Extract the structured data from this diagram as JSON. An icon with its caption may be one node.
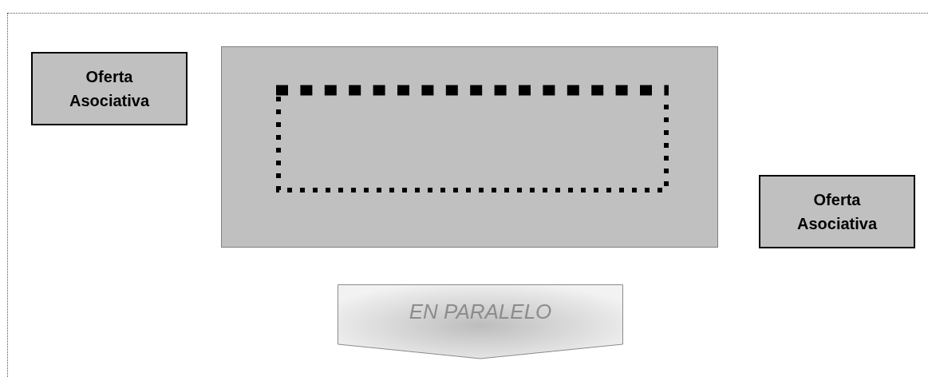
{
  "diagram": {
    "nodes": [
      {
        "text": [
          "Oferta Asociativa"
        ]
      },
      {
        "text": [],
        "shape": "box"
      },
      {
        "text": [],
        "shape": "box",
        "in": 1
      },
      {
        "text": [
          "Oferta Asociativa"
        ]
      },
      {
        "text": [
          "EN PARALELO"
        ]
      }
    ]
  }
}
